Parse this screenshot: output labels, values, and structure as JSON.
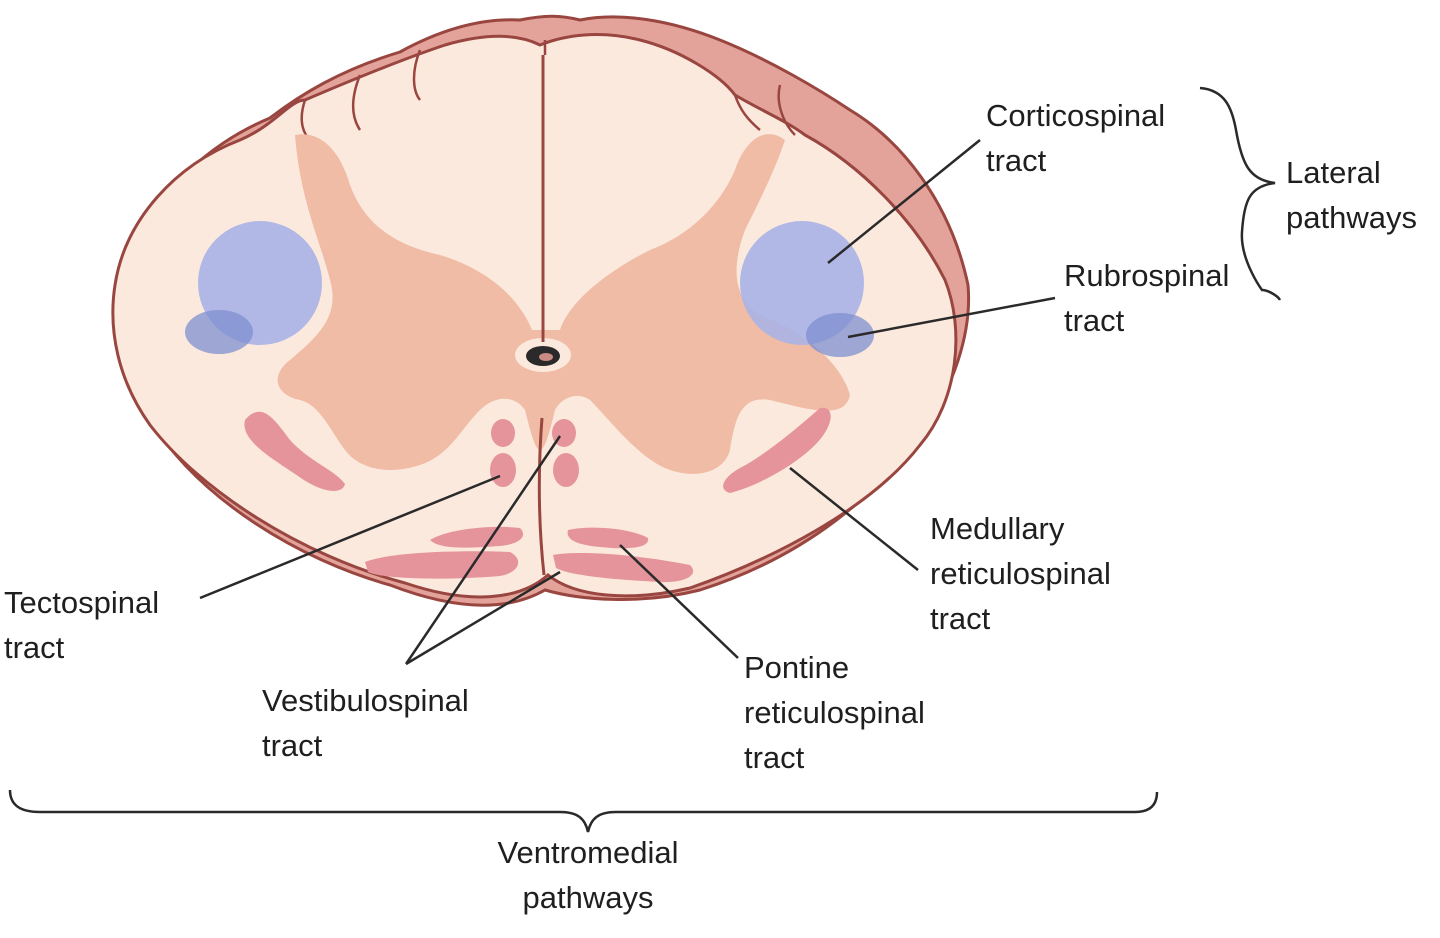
{
  "labels": {
    "corticospinal": [
      "Corticospinal",
      "tract"
    ],
    "rubrospinal": [
      "Rubrospinal",
      "tract"
    ],
    "lateral_pathways": [
      "Lateral",
      "pathways"
    ],
    "medullary_reticulospinal": [
      "Medullary",
      "reticulospinal",
      "tract"
    ],
    "pontine_reticulospinal": [
      "Pontine",
      "reticulospinal",
      "tract"
    ],
    "tectospinal": [
      "Tectospinal",
      "tract"
    ],
    "vestibulospinal": [
      "Vestibulospinal",
      "tract"
    ],
    "ventromedial_pathways": [
      "Ventromedial",
      "pathways"
    ]
  },
  "colors": {
    "white_matter": "#fbe9dd",
    "gray_matter": "#f0bca6",
    "outer_rim": "#e3a39a",
    "outline": "#9a4640",
    "lateral_tracts": "#a8b3e6",
    "rubrospinal": "#7f8fd0",
    "ventromedial_tracts": "#e5949b",
    "leader_line": "#2a2a2a"
  }
}
